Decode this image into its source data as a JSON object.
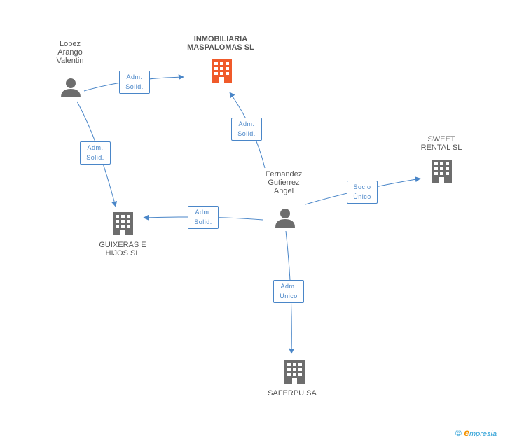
{
  "nodes": {
    "inmobiliaria": {
      "label": "INMOBILIARIA\nMASPALOMAS SL",
      "color": "#f05a2a"
    },
    "sweet": {
      "label": "SWEET\nRENTAL SL",
      "color": "#6d6d6d"
    },
    "guixeras": {
      "label": "GUIXERAS E\nHIJOS SL",
      "color": "#6d6d6d"
    },
    "saferpu": {
      "label": "SAFERPU SA",
      "color": "#6d6d6d"
    },
    "lopez": {
      "label": "Lopez\nArango\nValentin",
      "color": "#6d6d6d"
    },
    "fernandez": {
      "label": "Fernandez\nGutierrez\nAngel",
      "color": "#6d6d6d"
    }
  },
  "edges": {
    "lopez_inmob": "Adm.\nSolid.",
    "lopez_guix": "Adm.\nSolid.",
    "fern_inmob": "Adm.\nSolid.",
    "fern_guix": "Adm.\nSolid.",
    "fern_sweet": "Socio\nÚnico",
    "fern_saferpu": "Adm.\nUnico"
  },
  "colors": {
    "edge": "#4a86c8",
    "accent": "#f05a2a"
  },
  "footer": {
    "copyright": "©",
    "brand_e": "e",
    "brand_rest": "mpresia"
  }
}
